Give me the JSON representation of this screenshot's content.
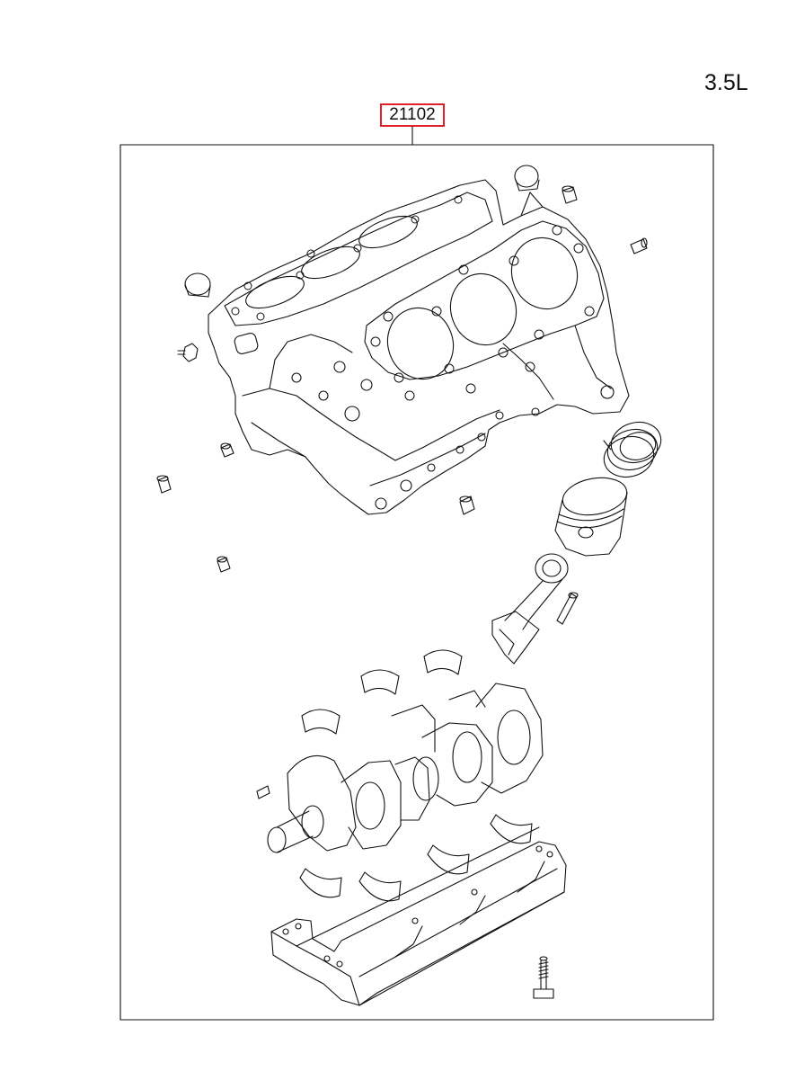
{
  "engine": {
    "displacement_label": "3.5L"
  },
  "callout": {
    "part_number": "21102",
    "border_color": "#e0202a"
  },
  "diagram": {
    "parts": [
      "cylinder-block",
      "piston-rings",
      "piston",
      "connecting-rod",
      "connecting-rod-bolt",
      "main-bearing-shells",
      "crankshaft",
      "crankshaft-key",
      "main-bearing-cap-ladder",
      "cap-bolt",
      "welsh-plugs",
      "dowel-pins",
      "oil-jets"
    ]
  }
}
